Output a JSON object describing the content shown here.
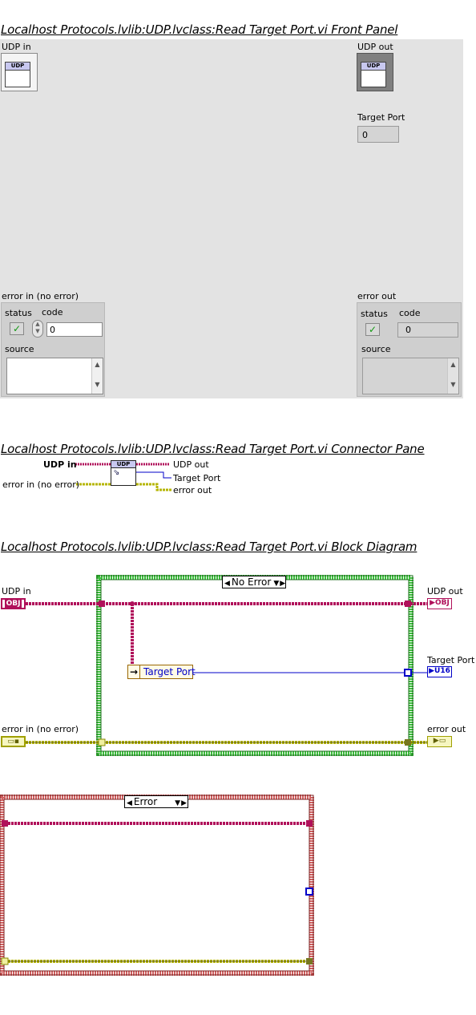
{
  "front_panel": {
    "title": "Localhost Protocols.lvlib:UDP.lvclass:Read Target Port.vi Front Panel",
    "udp_in_label": "UDP in",
    "udp_out_label": "UDP out",
    "class_icon_text": "UDP",
    "target_port_label": "Target Port",
    "target_port_value": "0",
    "error_in": {
      "label": "error in (no error)",
      "status_label": "status",
      "code_label": "code",
      "code_value": "0",
      "source_label": "source"
    },
    "error_out": {
      "label": "error out",
      "status_label": "status",
      "code_label": "code",
      "code_value": "0",
      "source_label": "source"
    }
  },
  "connector_pane": {
    "title": "Localhost Protocols.lvlib:UDP.lvclass:Read Target Port.vi Connector Pane",
    "udp_in": "UDP in",
    "error_in": "error in (no error)",
    "udp_out": "UDP out",
    "target_port": "Target Port",
    "error_out": "error out",
    "icon_text": "UDP"
  },
  "block_diagram": {
    "title": "Localhost Protocols.lvlib:UDP.lvclass:Read Target Port.vi Block Diagram",
    "udp_in": "UDP in",
    "udp_out": "UDP out",
    "target_port": "Target Port",
    "error_in": "error in (no error)",
    "error_out": "error out",
    "obj_tag": "OBJ",
    "u16_tag": "U16",
    "case_no_error": "No Error",
    "case_error": "Error",
    "unbundle_label": "Target Port",
    "colors": {
      "class_wire": "#b0105a",
      "error_wire": "#b5b500",
      "u16_wire": "#0000c8",
      "no_error_frame": "#3cbf3c",
      "error_frame": "#d06060"
    }
  }
}
